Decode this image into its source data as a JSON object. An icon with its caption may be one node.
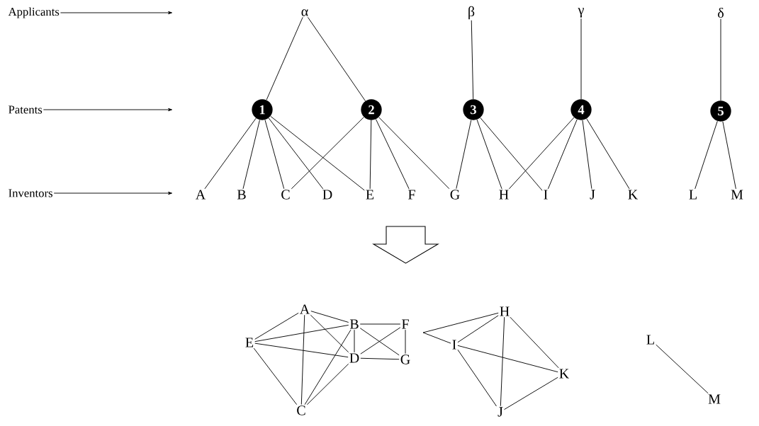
{
  "diagram": {
    "nodes": [
      {
        "text": [
          "Applicants"
        ]
      },
      {
        "text": [
          "Patents"
        ]
      },
      {
        "text": [
          "Inventors"
        ]
      },
      {
        "text": [
          "α"
        ]
      },
      {
        "text": [
          "β"
        ]
      },
      {
        "text": [
          "γ"
        ]
      },
      {
        "text": [
          "δ"
        ]
      },
      {
        "text": [
          "1"
        ]
      },
      {
        "text": [
          "2"
        ]
      },
      {
        "text": [
          "3"
        ]
      },
      {
        "text": [
          "4"
        ]
      },
      {
        "text": [
          "5"
        ]
      },
      {
        "text": [
          "A"
        ]
      },
      {
        "text": [
          "B"
        ]
      },
      {
        "text": [
          "C"
        ]
      },
      {
        "text": [
          "D"
        ]
      },
      {
        "text": [
          "E"
        ]
      },
      {
        "text": [
          "F"
        ]
      },
      {
        "text": [
          "G"
        ]
      },
      {
        "text": [
          "H"
        ]
      },
      {
        "text": [
          "I"
        ]
      },
      {
        "text": [
          "J"
        ]
      },
      {
        "text": [
          "K"
        ]
      },
      {
        "text": [
          "L"
        ]
      },
      {
        "text": [
          "M"
        ]
      },
      {
        "text": [
          "A"
        ]
      },
      {
        "text": [
          "B"
        ]
      },
      {
        "text": [
          "C"
        ]
      },
      {
        "text": [
          "D"
        ]
      },
      {
        "text": [
          "E"
        ]
      },
      {
        "text": [
          "F"
        ]
      },
      {
        "text": [
          "G"
        ]
      },
      {
        "text": [
          "H"
        ]
      },
      {
        "text": [
          "I"
        ]
      },
      {
        "text": [
          "J"
        ]
      },
      {
        "text": [
          "K"
        ]
      },
      {
        "text": [
          "L"
        ]
      },
      {
        "text": [
          "M"
        ]
      }
    ],
    "edges": [
      {
        "from": 0,
        "to": null,
        "arrow": "to"
      },
      {
        "from": 1,
        "to": null,
        "arrow": "to"
      },
      {
        "from": 2,
        "to": null,
        "arrow": "to"
      },
      {
        "from": 3,
        "to": 7,
        "arrow": "none"
      },
      {
        "from": 3,
        "to": 8,
        "arrow": "none"
      },
      {
        "from": 4,
        "to": 9,
        "arrow": "none"
      },
      {
        "from": 5,
        "to": 10,
        "arrow": "none"
      },
      {
        "from": 6,
        "to": 11,
        "arrow": "none"
      },
      {
        "from": 7,
        "to": 12,
        "arrow": "none"
      },
      {
        "from": 7,
        "to": 13,
        "arrow": "none"
      },
      {
        "from": 7,
        "to": 14,
        "arrow": "none"
      },
      {
        "from": 7,
        "to": 15,
        "arrow": "none"
      },
      {
        "from": 7,
        "to": 16,
        "arrow": "none"
      },
      {
        "from": 8,
        "to": 14,
        "arrow": "none"
      },
      {
        "from": 8,
        "to": 16,
        "arrow": "none"
      },
      {
        "from": 8,
        "to": 17,
        "arrow": "none"
      },
      {
        "from": 8,
        "to": 18,
        "arrow": "none"
      },
      {
        "from": 9,
        "to": 18,
        "arrow": "none"
      },
      {
        "from": 9,
        "to": 19,
        "arrow": "none"
      },
      {
        "from": 9,
        "to": 20,
        "arrow": "none"
      },
      {
        "from": 10,
        "to": 19,
        "arrow": "none"
      },
      {
        "from": 10,
        "to": 20,
        "arrow": "none"
      },
      {
        "from": 10,
        "to": 21,
        "arrow": "none"
      },
      {
        "from": 10,
        "to": 22,
        "arrow": "none"
      },
      {
        "from": 11,
        "to": 23,
        "arrow": "none"
      },
      {
        "from": 11,
        "to": 24,
        "arrow": "none"
      },
      {
        "from": 25,
        "to": 29,
        "arrow": "none"
      },
      {
        "from": 25,
        "to": 27,
        "arrow": "none"
      },
      {
        "from": 25,
        "to": 28,
        "arrow": "none"
      },
      {
        "from": 25,
        "to": 26,
        "arrow": "none"
      },
      {
        "from": 29,
        "to": 26,
        "arrow": "none"
      },
      {
        "from": 29,
        "to": 28,
        "arrow": "none"
      },
      {
        "from": 29,
        "to": 27,
        "arrow": "none"
      },
      {
        "from": 26,
        "to": 30,
        "arrow": "none"
      },
      {
        "from": 26,
        "to": 28,
        "arrow": "none"
      },
      {
        "from": 26,
        "to": 27,
        "arrow": "none"
      },
      {
        "from": 26,
        "to": 31,
        "arrow": "none"
      },
      {
        "from": 30,
        "to": 28,
        "arrow": "none"
      },
      {
        "from": 30,
        "to": 31,
        "arrow": "none"
      },
      {
        "from": 28,
        "to": 31,
        "arrow": "none"
      },
      {
        "from": 27,
        "to": 28,
        "arrow": "none"
      },
      {
        "from": 32,
        "to": 33,
        "arrow": "none"
      },
      {
        "from": 32,
        "to": 33,
        "arrow": "none"
      },
      {
        "from": 32,
        "to": 34,
        "arrow": "none"
      },
      {
        "from": 32,
        "to": 35,
        "arrow": "none"
      },
      {
        "from": 33,
        "to": 35,
        "arrow": "none"
      },
      {
        "from": 33,
        "to": 34,
        "arrow": "none"
      },
      {
        "from": 34,
        "to": 35,
        "arrow": "none"
      },
      {
        "from": 36,
        "to": 37,
        "arrow": "none"
      }
    ]
  }
}
